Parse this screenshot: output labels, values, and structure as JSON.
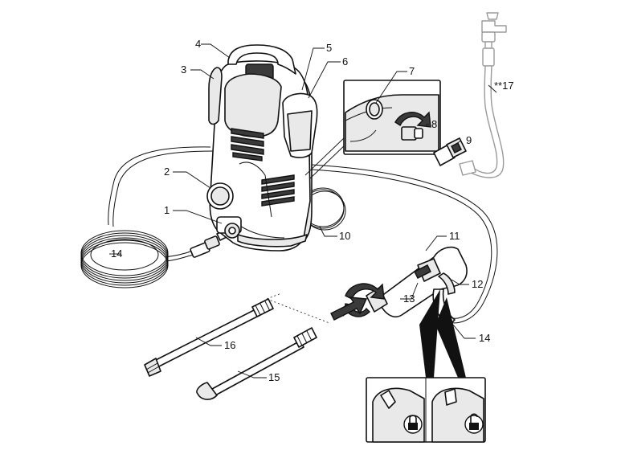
{
  "labels": {
    "l1": "1",
    "l2": "2",
    "l3": "3",
    "l4": "4",
    "l5": "5",
    "l6": "6",
    "l7": "7",
    "l8": "8",
    "l9": "9",
    "l10": "10",
    "l11": "11",
    "l12": "12",
    "l13": "13",
    "l14a": "14",
    "l14b": "14",
    "l15": "15",
    "l16": "16",
    "l17": "**17"
  },
  "icons": [
    "lock-icon",
    "unlock-icon",
    "rotate-arrow-icon",
    "insert-arrow-icon",
    "water-tap-icon"
  ],
  "colors": {
    "line": "#111111",
    "fill": "#ffffff",
    "shade": "#e9e9e9",
    "accessory": "#9a9a9a"
  }
}
